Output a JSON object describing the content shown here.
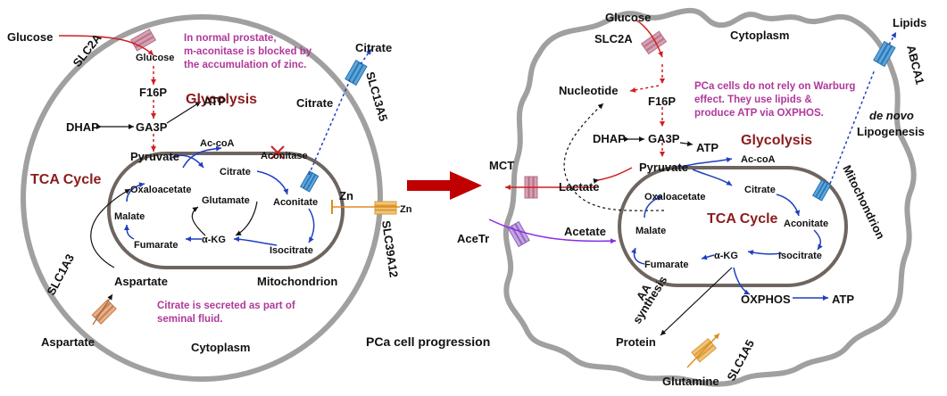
{
  "left_cell": {
    "glucose": "Glucose",
    "slc2a": "SLC2A",
    "glucose_inner": "Glucose",
    "f16p": "F16P",
    "glycolysis": "Glycolysis",
    "dhap": "DHAP",
    "ga3p": "GA3P",
    "atp": "ATP",
    "pyruvate": "Pyruvate",
    "accoa": "Ac-coA",
    "citrate_mito": "Citrate",
    "aconitase": "Aconitase",
    "tca": "TCA Cycle",
    "oxaloacetate": "Oxaloacetate",
    "glutamate": "Glutamate",
    "malate": "Malate",
    "fumarate": "Fumarate",
    "akg": "α-KG",
    "aconitate": "Aconitate",
    "isocitrate": "Isocitrate",
    "mitochondrion": "Mitochondrion",
    "citrate_cyto": "Citrate",
    "citrate_out": "Citrate",
    "slc13a5": "SLC13A5",
    "zn_in": "Zn",
    "zn_out": "Zn",
    "slc39a12": "SLC39A12",
    "aspartate_in": "Aspartate",
    "aspartate_out": "Aspartate",
    "slc1a3": "SLC1A3",
    "cytoplasm": "Cytoplasm",
    "note_zinc": [
      "In normal prostate,",
      "m-aconitase is blocked by",
      "the accumulation of zinc."
    ],
    "note_citrate": [
      "Citrate is secreted as part of",
      "seminal fluid."
    ]
  },
  "transition_label": "PCa cell progression",
  "right_cell": {
    "glucose": "Glucose",
    "slc2a": "SLC2A",
    "cytoplasm": "Cytoplasm",
    "lipids": "Lipids",
    "abca1": "ABCA1",
    "nucleotide": "Nucleotide",
    "f16p": "F16P",
    "dhap": "DHAP",
    "ga3p": "GA3P",
    "atp": "ATP",
    "glycolysis": "Glycolysis",
    "pyruvate": "Pyruvate",
    "accoa": "Ac-coA",
    "lactate": "Lactate",
    "mct": "MCT",
    "oxaloacetate": "Oxaloacetate",
    "citrate": "Citrate",
    "tca": "TCA Cycle",
    "aconitate": "Aconitate",
    "isocitrate": "Isocitrate",
    "malate": "Malate",
    "fumarate": "Fumarate",
    "akg": "α-KG",
    "acetate": "Acetate",
    "acetr": "AceTr",
    "oxphos": "OXPHOS",
    "atp2": "ATP",
    "aa_synthesis": [
      "AA",
      "synthesis"
    ],
    "protein": "Protein",
    "glutamine": "Glutamine",
    "slc1a5": "SLC1A5",
    "mitochondrion": "Mitochondrion",
    "de_novo": "de novo",
    "lipogenesis": "Lipogenesis",
    "note_warburg": [
      "PCa cells do not rely on Warburg",
      "effect. They use lipids &",
      "produce ATP via OXPHOS."
    ]
  },
  "colors": {
    "membrane": "#a0a0a0",
    "mito": "#6f6560",
    "red_flow": "#d01f1f",
    "blue_flow": "#1f3fc0",
    "note": "#b0389a",
    "title": "#8b1c1c",
    "big_arrow": "#c00000"
  }
}
